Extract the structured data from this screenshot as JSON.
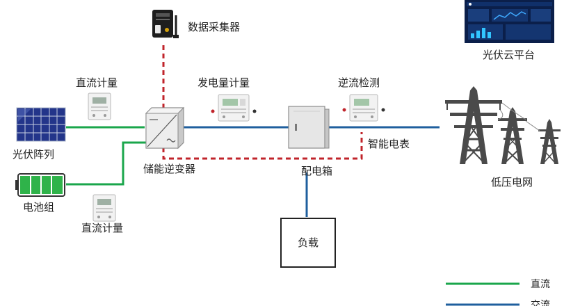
{
  "labels": {
    "data_collector": "数据采集器",
    "cloud_platform": "光伏云平台",
    "dc_meter_top": "直流计量",
    "generation_meter": "发电量计量",
    "reverse_flow_detection": "逆流检测",
    "pv_array": "光伏阵列",
    "storage_inverter": "储能逆变器",
    "smart_meter": "智能电表",
    "distribution_box": "配电箱",
    "low_voltage_grid": "低压电网",
    "battery_pack": "电池组",
    "dc_meter_bottom": "直流计量",
    "load": "负载"
  },
  "legend": {
    "dc": "直流",
    "ac": "交流"
  },
  "colors": {
    "dc_line": "#1aa64b",
    "ac_line": "#1f5f9e",
    "comm_line": "#c0242b",
    "battery_fill": "#2fb34a",
    "tower": "#4a4a4a"
  }
}
